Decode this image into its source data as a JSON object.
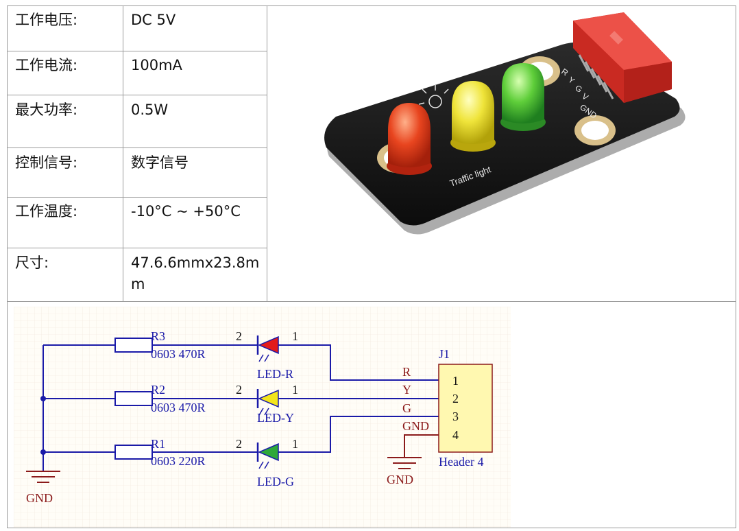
{
  "specs": [
    {
      "label": "工作电压:",
      "value": "DC 5V"
    },
    {
      "label": "工作电流:",
      "value": "100mA"
    },
    {
      "label": "最大功率:",
      "value": "0.5W"
    },
    {
      "label": "控制信号:",
      "value": "数字信号"
    },
    {
      "label": "工作温度:",
      "value": "-10°C ~ +50°C"
    },
    {
      "label": "尺寸:",
      "value": "47.6.6mmx23.8mm"
    }
  ],
  "photo": {
    "board_text": "Traffic light",
    "pins": [
      "R",
      "Y",
      "G",
      "V",
      "GND"
    ],
    "led_colors": [
      "#d9361c",
      "#e3d81c",
      "#39b53a"
    ],
    "board_color": "#1a1a1a",
    "connector_color": "#e23b33"
  },
  "schematic": {
    "resistors": [
      {
        "ref": "R3",
        "value": "0603 470R"
      },
      {
        "ref": "R2",
        "value": "0603 470R"
      },
      {
        "ref": "R1",
        "value": "0603 220R"
      }
    ],
    "leds": [
      {
        "ref": "LED-R",
        "color": "#e21b1b",
        "pin_a": "2",
        "pin_b": "1"
      },
      {
        "ref": "LED-Y",
        "color": "#f3e51a",
        "pin_a": "2",
        "pin_b": "1"
      },
      {
        "ref": "LED-G",
        "color": "#2ea83a",
        "pin_a": "2",
        "pin_b": "1"
      }
    ],
    "header": {
      "ref": "J1",
      "name": "Header 4",
      "pins": [
        "1",
        "2",
        "3",
        "4"
      ]
    },
    "net_labels": [
      "R",
      "Y",
      "G",
      "GND"
    ],
    "gnd_label": "GND",
    "wire_color": "#1a1aa8",
    "text_blue": "#1a1aa8",
    "text_red": "#8b1a1a",
    "header_fill": "#fff8b0"
  }
}
